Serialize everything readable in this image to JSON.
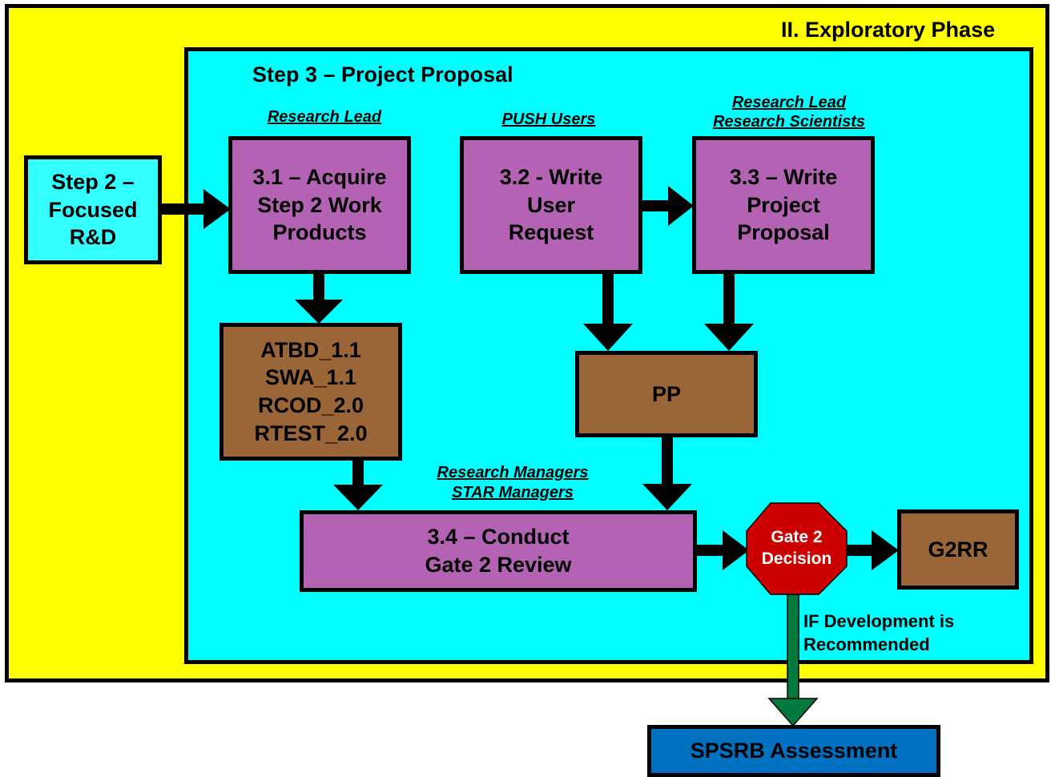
{
  "phase_title": "II.  Exploratory Phase",
  "step3_title": "Step 3 – Project Proposal",
  "step2": {
    "line1": "Step 2 –",
    "line2": "Focused",
    "line3": "R&D"
  },
  "roles": {
    "research_lead": "Research Lead",
    "push_users": "PUSH Users",
    "research_lead_2": "Research Lead",
    "research_scientists": "Research Scientists",
    "research_managers": "Research Managers",
    "star_managers": "STAR Managers"
  },
  "tasks": {
    "t31": {
      "line1": "3.1 – Acquire",
      "line2": "Step 2 Work",
      "line3": "Products"
    },
    "t32": {
      "line1": "3.2 - Write",
      "line2": "User",
      "line3": "Request"
    },
    "t33": {
      "line1": "3.3 – Write",
      "line2": "Project",
      "line3": "Proposal"
    },
    "t34": {
      "line1": "3.4 – Conduct",
      "line2": "Gate 2 Review"
    }
  },
  "products": {
    "atbd": "ATBD_1.1",
    "swa": "SWA_1.1",
    "rcod": "RCOD_2.0",
    "rtest": "RTEST_2.0",
    "pp": "PP",
    "g2rr": "G2RR"
  },
  "gate": {
    "line1": "Gate 2",
    "line2": "Decision"
  },
  "condition": {
    "line1": "IF Development is",
    "line2": "Recommended"
  },
  "spsrb": "SPSRB Assessment",
  "colors": {
    "phase_bg": "#ffff00",
    "step_bg": "#00ffff",
    "task": "#b462b4",
    "product": "#9a6637",
    "gate": "#cc0000",
    "spsrb": "#0070c0",
    "green_arrow": "#007a3d"
  }
}
